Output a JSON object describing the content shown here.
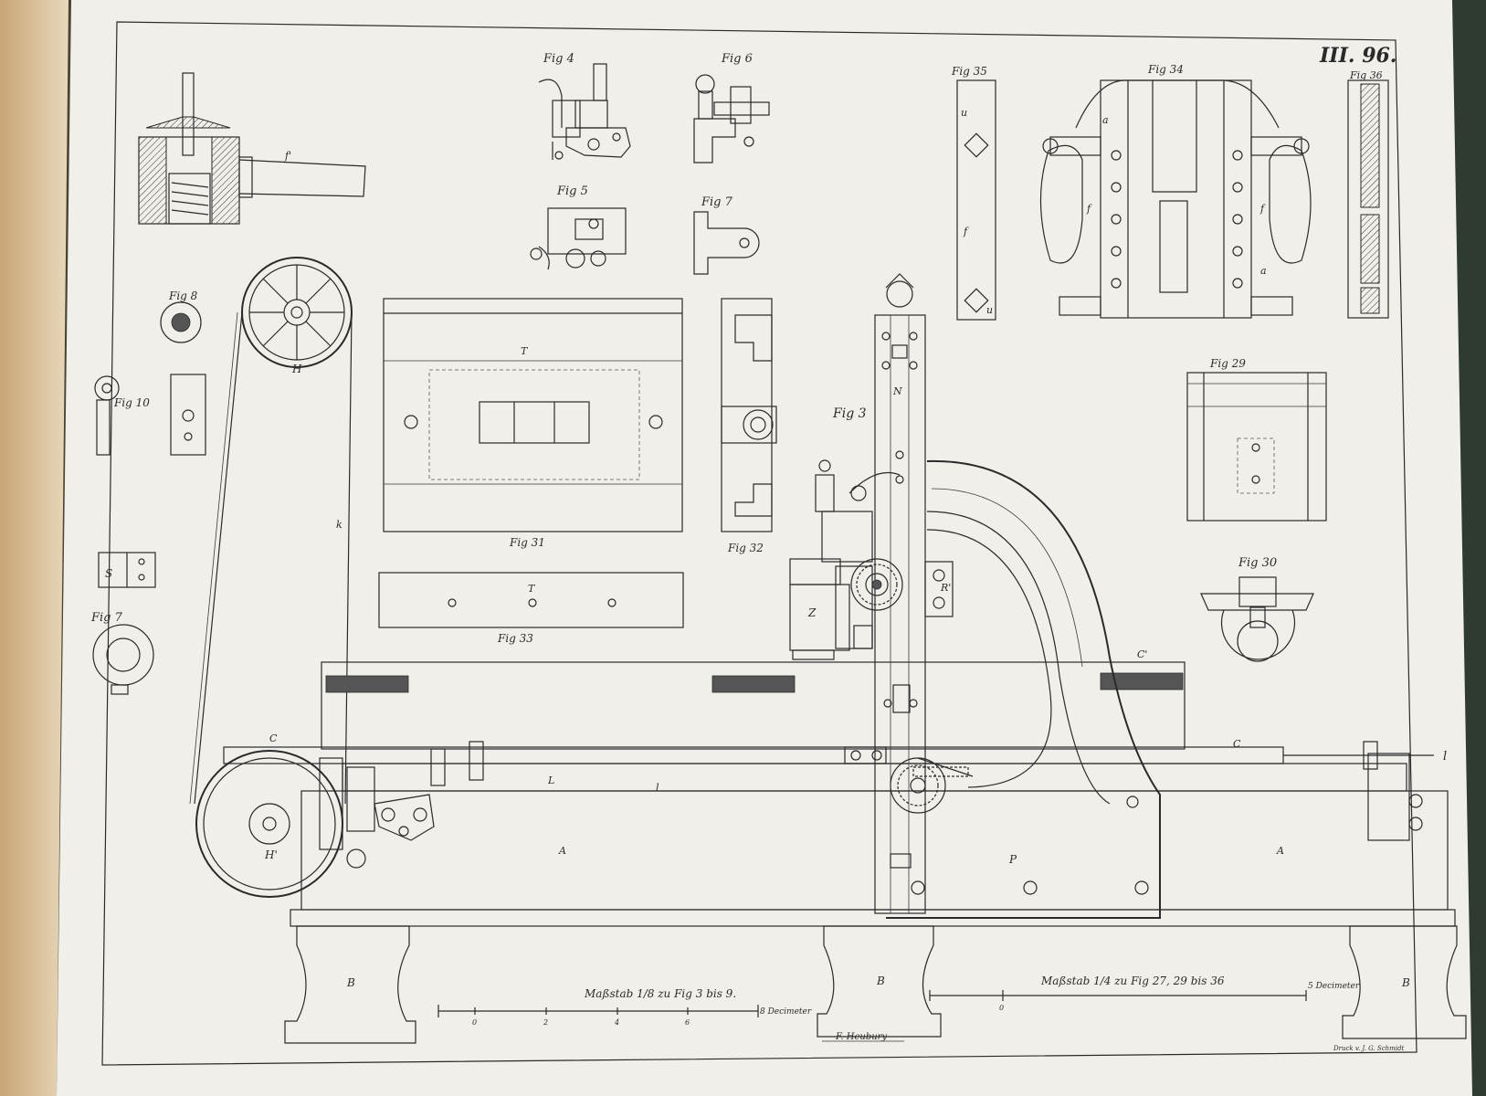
{
  "plate_number": "III. 96.",
  "figure_labels": {
    "fig4": "Fig 4",
    "fig6": "Fig 6",
    "fig5": "Fig 5",
    "fig7a": "Fig 7",
    "fig8": "Fig 8",
    "fig10": "Fig 10",
    "fig7b": "Fig 7",
    "fig3": "Fig 3",
    "fig31": "Fig 31",
    "fig32": "Fig 32",
    "fig33": "Fig 33",
    "fig35": "Fig 35",
    "fig34": "Fig 34",
    "fig36": "Fig 36",
    "fig29": "Fig 29",
    "fig30": "Fig 30"
  },
  "part_letters": {
    "pulley_top": "H",
    "pulley_bottom": "H'",
    "bed_front": "A",
    "bed_right": "A",
    "frame_p": "P",
    "rail_c_left": "C",
    "rail_c_mid": "C",
    "rail_c_top": "C'",
    "rod_l_left": "L",
    "rod_l_mid": "l",
    "rod_l_right": "l",
    "foot_left": "B",
    "foot_mid": "B",
    "foot_right": "B",
    "block_z": "Z",
    "block_t": "T",
    "plate_t": "T",
    "belt_k": "k",
    "fig34_a_left": "a",
    "fig34_a_right": "a",
    "fig34_f_left": "f",
    "fig34_f_right": "f",
    "fig35_u_top": "u",
    "fig35_f": "f",
    "fig35_u_bottom": "u",
    "ring_r": "R'",
    "clamp_s": "S",
    "column_n": "N"
  },
  "scales": {
    "left_caption": "Maßstab 1/8 zu Fig 3 bis 9.",
    "left_ticks": [
      "0",
      "2",
      "4",
      "6",
      "8 Decimeter"
    ],
    "right_caption": "Maßstab 1/4 zu Fig 27, 29 bis 36",
    "right_ticks": [
      "0",
      "5 Decimeter"
    ]
  },
  "signature": "F. Heubury",
  "printer_note": "Druck v. J. G. Schmidt"
}
